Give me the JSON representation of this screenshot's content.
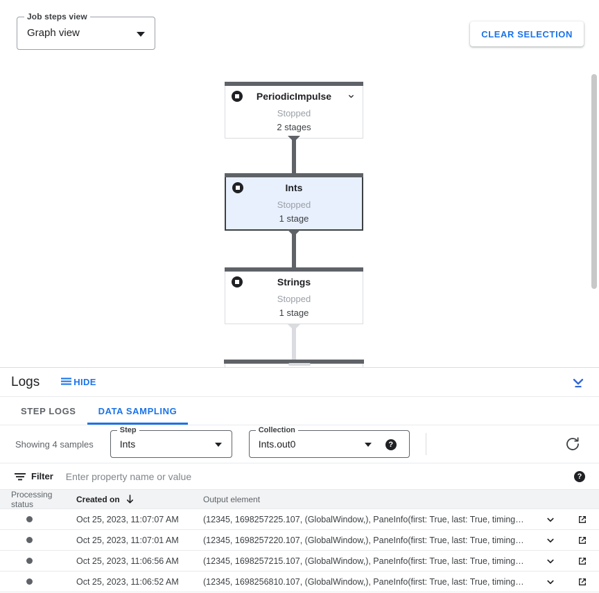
{
  "graph": {
    "view_select": {
      "legend": "Job steps view",
      "value": "Graph view"
    },
    "clear_selection_label": "CLEAR SELECTION",
    "nodes": [
      {
        "title": "PeriodicImpulse",
        "status": "Stopped",
        "stages": "2 stages",
        "selected": false,
        "has_chevron": true
      },
      {
        "title": "Ints",
        "status": "Stopped",
        "stages": "1 stage",
        "selected": true,
        "has_chevron": false
      },
      {
        "title": "Strings",
        "status": "Stopped",
        "stages": "1 stage",
        "selected": false,
        "has_chevron": false
      }
    ]
  },
  "logs": {
    "title": "Logs",
    "hide_label": "HIDE",
    "tabs": [
      {
        "label": "STEP LOGS",
        "active": false
      },
      {
        "label": "DATA SAMPLING",
        "active": true
      }
    ],
    "controls": {
      "showing_text": "Showing 4 samples",
      "step": {
        "legend": "Step",
        "value": "Ints"
      },
      "collection": {
        "legend": "Collection",
        "value": "Ints.out0"
      },
      "help_glyph": "?"
    },
    "filter": {
      "label": "Filter",
      "placeholder": "Enter property name or value",
      "value": ""
    },
    "table": {
      "columns": {
        "status": "Processing status",
        "created": "Created on",
        "output": "Output element"
      },
      "sort_column": "Created on",
      "sort_direction": "descending",
      "rows": [
        {
          "created": "Oct 25, 2023, 11:07:07 AM",
          "output": "(12345, 1698257225.107, (GlobalWindow,), PaneInfo(first: True, last: True, timing…"
        },
        {
          "created": "Oct 25, 2023, 11:07:01 AM",
          "output": "(12345, 1698257220.107, (GlobalWindow,), PaneInfo(first: True, last: True, timing…"
        },
        {
          "created": "Oct 25, 2023, 11:06:56 AM",
          "output": "(12345, 1698257215.107, (GlobalWindow,), PaneInfo(first: True, last: True, timing…"
        },
        {
          "created": "Oct 25, 2023, 11:06:52 AM",
          "output": "(12345, 1698256810.107, (GlobalWindow,), PaneInfo(first: True, last: True, timing…"
        }
      ]
    }
  },
  "colors": {
    "accent": "#1a73e8",
    "node_bar": "#5f6368",
    "selected_fill": "#e8f0fe"
  }
}
